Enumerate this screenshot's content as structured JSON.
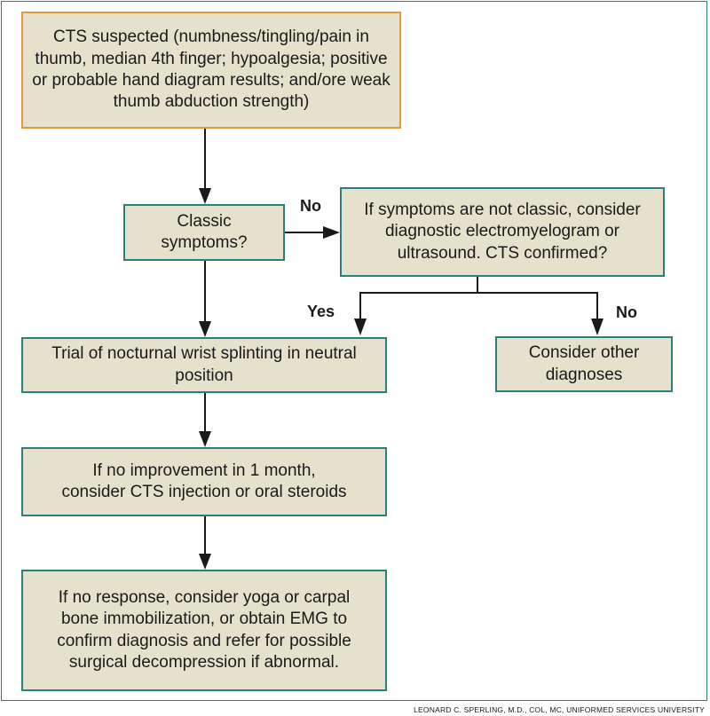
{
  "nodes": {
    "start": "CTS suspected (numbness/tingling/pain in thumb, median 4th finger; hypoalgesia; positive or probable hand diagram results; and/ore weak thumb abduction strength)",
    "classic": "Classic symptoms?",
    "emg": "If symptoms are not classic, consider diagnostic electromyelogram or ultrasound. CTS confirmed?",
    "splint": "Trial of nocturnal wrist splinting in neutral position",
    "other": "Consider other diagnoses",
    "injection": "If no improvement in 1 month, consider CTS injection or oral steroids",
    "final": "If no response, consider yoga or carpal bone immobilization, or obtain EMG to confirm diagnosis and refer for possible surgical decompression if abnormal."
  },
  "edge_labels": {
    "no_classic": "No",
    "yes_confirmed": "Yes",
    "no_confirmed": "No"
  },
  "credit": "LEONARD C. SPERLING, M.D., COL, MC, UNIFORMED SERVICES UNIVERSITY",
  "colors": {
    "box_fill": "#e4e1cd",
    "start_border": "#e09b3d",
    "box_border": "#2e7f7c",
    "frame": "#2e7f7c"
  }
}
